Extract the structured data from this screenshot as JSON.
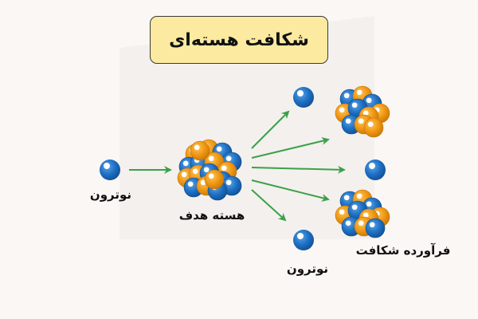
{
  "title": "شکافت هسته‌ای",
  "labels": {
    "incoming_neutron": "نوترون",
    "target_nucleus": "هسته هدف",
    "released_neutron": "نوترون",
    "fission_products": "فرآورده شکافت"
  },
  "colors": {
    "neutron": "#1d6fc4",
    "proton": "#ef9711",
    "arrow": "#3aa14a",
    "title_bg": "#fbeaa0"
  }
}
